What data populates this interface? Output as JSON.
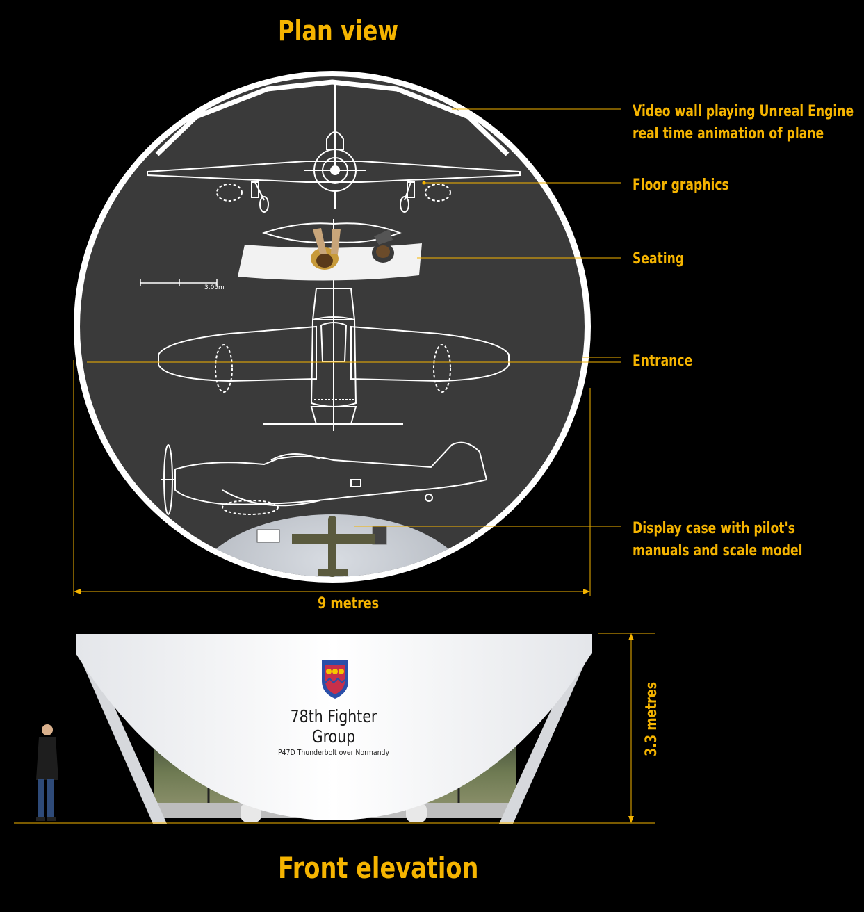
{
  "titles": {
    "plan": "Plan view",
    "front": "Front elevation"
  },
  "callouts": {
    "video_wall": [
      "Video wall playing Unreal Engine",
      "real time animation of plane"
    ],
    "floor_graphics": "Floor graphics",
    "seating": "Seating",
    "entrance": "Entrance",
    "display_case": [
      "Display case with pilot's",
      "manuals and scale model"
    ]
  },
  "dimensions": {
    "width": "9 metres",
    "height": "3.3 metres"
  },
  "front": {
    "group_name": "78th Fighter Group",
    "subtitle": "P47D Thunderbolt over Normandy"
  },
  "scale_bar": "3.05m",
  "colors": {
    "accent": "#f5b400",
    "background": "#000000",
    "floor": "#3a3a3a",
    "shell": "#ffffff"
  }
}
